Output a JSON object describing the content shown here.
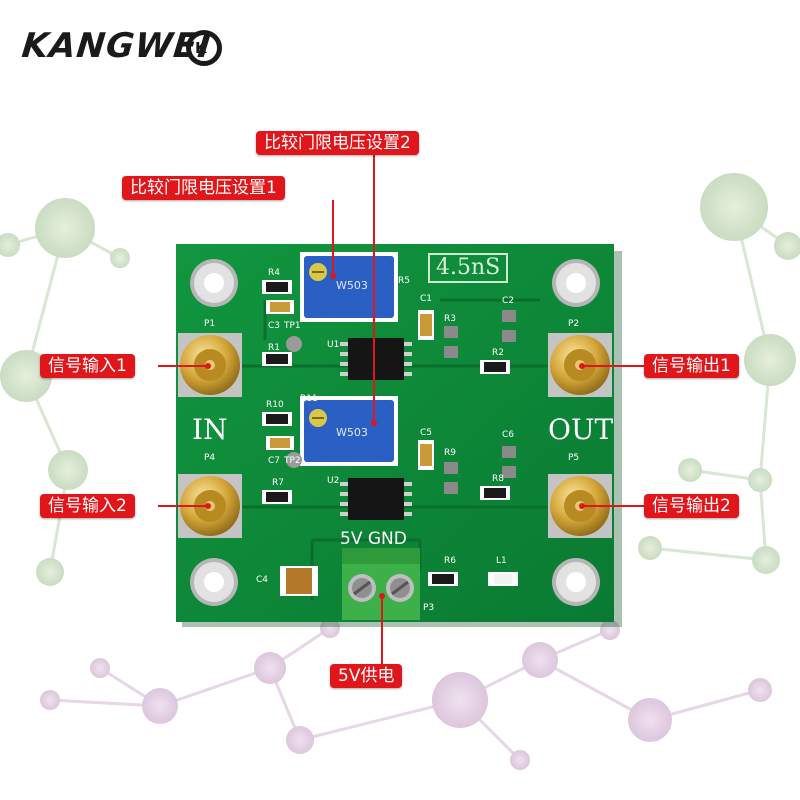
{
  "brand": {
    "name": "KANGWEI",
    "mark": "K"
  },
  "board": {
    "speed_label": "4.5nS",
    "in_label": "IN",
    "out_label": "OUT",
    "power_label": "5V GND",
    "trimmer_marking": "W503",
    "silkscreen": {
      "p1": "P1",
      "p2": "P2",
      "p3": "P3",
      "p4": "P4",
      "p5": "P5",
      "u1": "U1",
      "u2": "U2",
      "r1": "R1",
      "r2": "R2",
      "r3": "R3",
      "r4": "R4",
      "r5": "R5",
      "r6": "R6",
      "r7": "R7",
      "r8": "R8",
      "r9": "R9",
      "r10": "R10",
      "r11": "R11",
      "c1": "C1",
      "c2": "C2",
      "c3": "C3",
      "c4": "C4",
      "c5": "C5",
      "c6": "C6",
      "c7": "C7",
      "tp1": "TP1",
      "tp2": "TP2",
      "l1": "L1"
    }
  },
  "callouts": {
    "gate2": "比较门限电压设置2",
    "gate1": "比较门限电压设置1",
    "in1": "信号输入1",
    "in2": "信号输入2",
    "out1": "信号输出1",
    "out2": "信号输出2",
    "power": "5V供电"
  },
  "colors": {
    "pcb": "#0e8a3a",
    "callout": "#e0161b",
    "sma": "#c9a02a",
    "terminal": "#3db04a",
    "trimmer": "#2a5fc4"
  }
}
